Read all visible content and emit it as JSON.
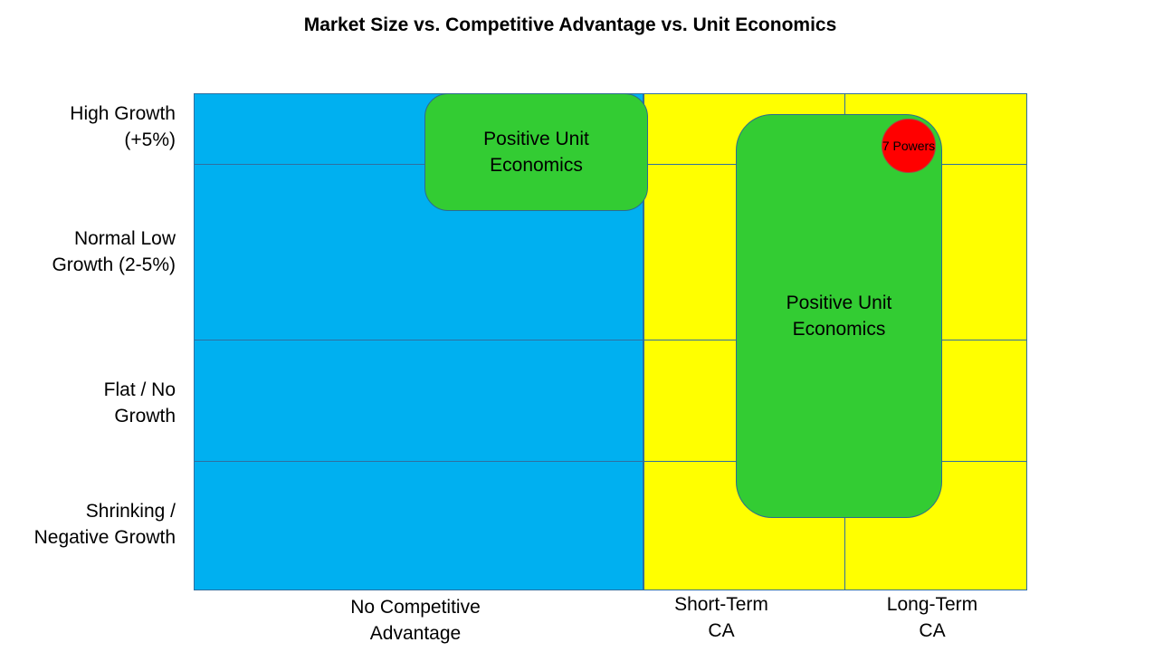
{
  "title": "Market Size vs. Competitive Advantage vs. Unit Economics",
  "y_axis": {
    "labels": [
      "High Growth\n(+5%)",
      "Normal Low\nGrowth (2-5%)",
      "Flat / No\nGrowth",
      "Shrinking /\nNegative Growth"
    ]
  },
  "x_axis": {
    "labels": [
      "No Competitive\nAdvantage",
      "Short-Term\nCA",
      "Long-Term\nCA"
    ]
  },
  "regions": {
    "no_ca_color": "#00b0f0",
    "ca_color": "#ffff00"
  },
  "boxes": {
    "box1_label": "Positive Unit\nEconomics",
    "box2_label": "Positive Unit\nEconomics",
    "box_color": "#33cc33"
  },
  "marker": {
    "label": "7 Powers",
    "color": "#ff0000"
  }
}
